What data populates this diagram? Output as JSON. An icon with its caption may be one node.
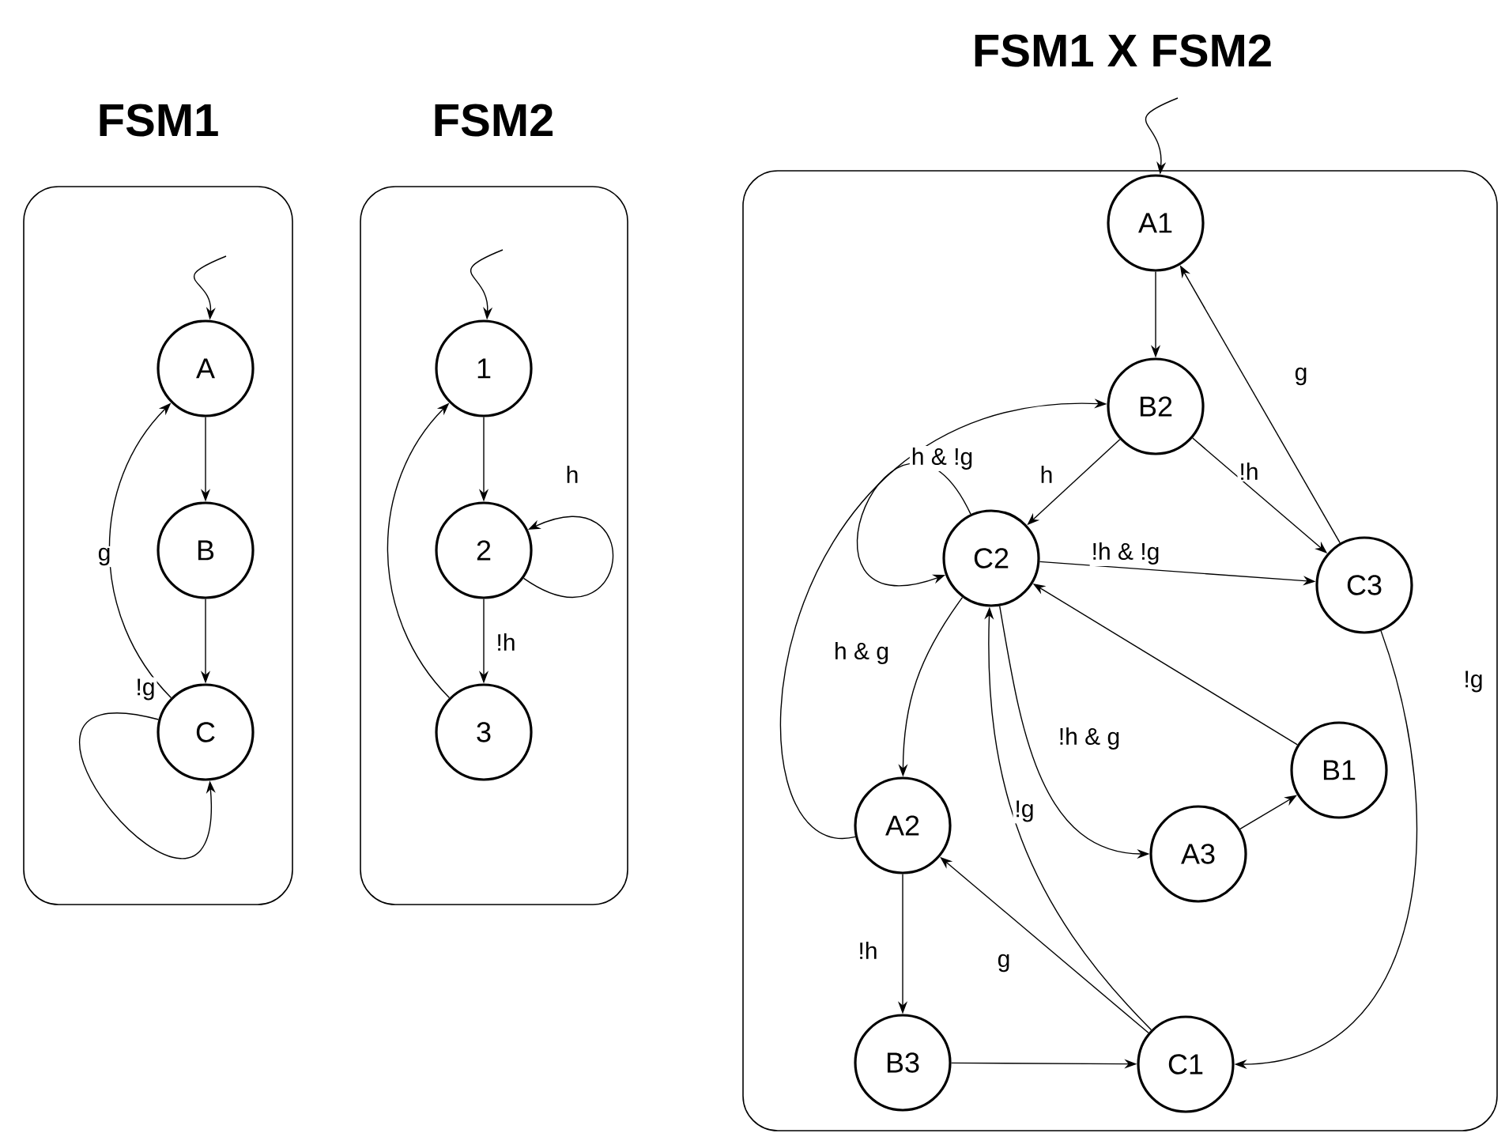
{
  "diagram": {
    "nodes": [
      {
        "text": [
          "FSM1"
        ]
      },
      {
        "text": [
          "A"
        ],
        "in": 0
      },
      {
        "text": [
          "B"
        ],
        "in": 0
      },
      {
        "text": [
          "C"
        ],
        "in": 0
      },
      {
        "text": [
          "FSM2"
        ]
      },
      {
        "text": [
          "1"
        ],
        "in": 4
      },
      {
        "text": [
          "2"
        ],
        "in": 4
      },
      {
        "text": [
          "3"
        ],
        "in": 4
      },
      {
        "text": [
          "FSM1 X FSM2"
        ]
      },
      {
        "text": [
          "A1"
        ],
        "in": 8
      },
      {
        "text": [
          "B2"
        ],
        "in": 8
      },
      {
        "text": [
          "C2"
        ],
        "in": 8
      },
      {
        "text": [
          "C3"
        ],
        "in": 8
      },
      {
        "text": [
          "A2"
        ],
        "in": 8
      },
      {
        "text": [
          "A3"
        ],
        "in": 8
      },
      {
        "text": [
          "B1"
        ],
        "in": 8
      },
      {
        "text": [
          "B3"
        ],
        "in": 8
      },
      {
        "text": [
          "C1"
        ],
        "in": 8
      }
    ],
    "edges": [
      {
        "from": null,
        "to": 1,
        "arrow": "to"
      },
      {
        "from": 1,
        "to": 2,
        "arrow": "to"
      },
      {
        "from": 2,
        "to": 3,
        "arrow": "to"
      },
      {
        "from": 3,
        "to": 1,
        "arrow": "to",
        "label": "g"
      },
      {
        "from": 3,
        "to": 3,
        "arrow": "to",
        "label": "!g"
      },
      {
        "from": null,
        "to": 5,
        "arrow": "to"
      },
      {
        "from": 5,
        "to": 6,
        "arrow": "to"
      },
      {
        "from": 6,
        "to": 6,
        "arrow": "to",
        "label": "h"
      },
      {
        "from": 6,
        "to": 7,
        "arrow": "to",
        "label": "!h"
      },
      {
        "from": 7,
        "to": 5,
        "arrow": "to"
      },
      {
        "from": null,
        "to": 9,
        "arrow": "to"
      },
      {
        "from": 9,
        "to": 10,
        "arrow": "to"
      },
      {
        "from": 10,
        "to": 11,
        "arrow": "to",
        "label": "h"
      },
      {
        "from": 10,
        "to": 12,
        "arrow": "to",
        "label": "!h"
      },
      {
        "from": 12,
        "to": 9,
        "arrow": "to",
        "label": "g"
      },
      {
        "from": 11,
        "to": 11,
        "arrow": "to",
        "label": "h & !g"
      },
      {
        "from": 11,
        "to": 12,
        "arrow": "to",
        "label": "!h & !g"
      },
      {
        "from": 11,
        "to": 13,
        "arrow": "to",
        "label": "h & g"
      },
      {
        "from": 11,
        "to": 14,
        "arrow": "to",
        "label": "!h & g"
      },
      {
        "from": 14,
        "to": 15,
        "arrow": "to"
      },
      {
        "from": 15,
        "to": 11,
        "arrow": "to"
      },
      {
        "from": 13,
        "to": 10,
        "arrow": "to"
      },
      {
        "from": 13,
        "to": 16,
        "arrow": "to",
        "label": "!h"
      },
      {
        "from": 16,
        "to": 17,
        "arrow": "to"
      },
      {
        "from": 17,
        "to": 13,
        "arrow": "to",
        "label": "g"
      },
      {
        "from": 17,
        "to": 11,
        "arrow": "to",
        "label": "!g"
      },
      {
        "from": 12,
        "to": 17,
        "arrow": "to",
        "label": "!g"
      }
    ]
  }
}
